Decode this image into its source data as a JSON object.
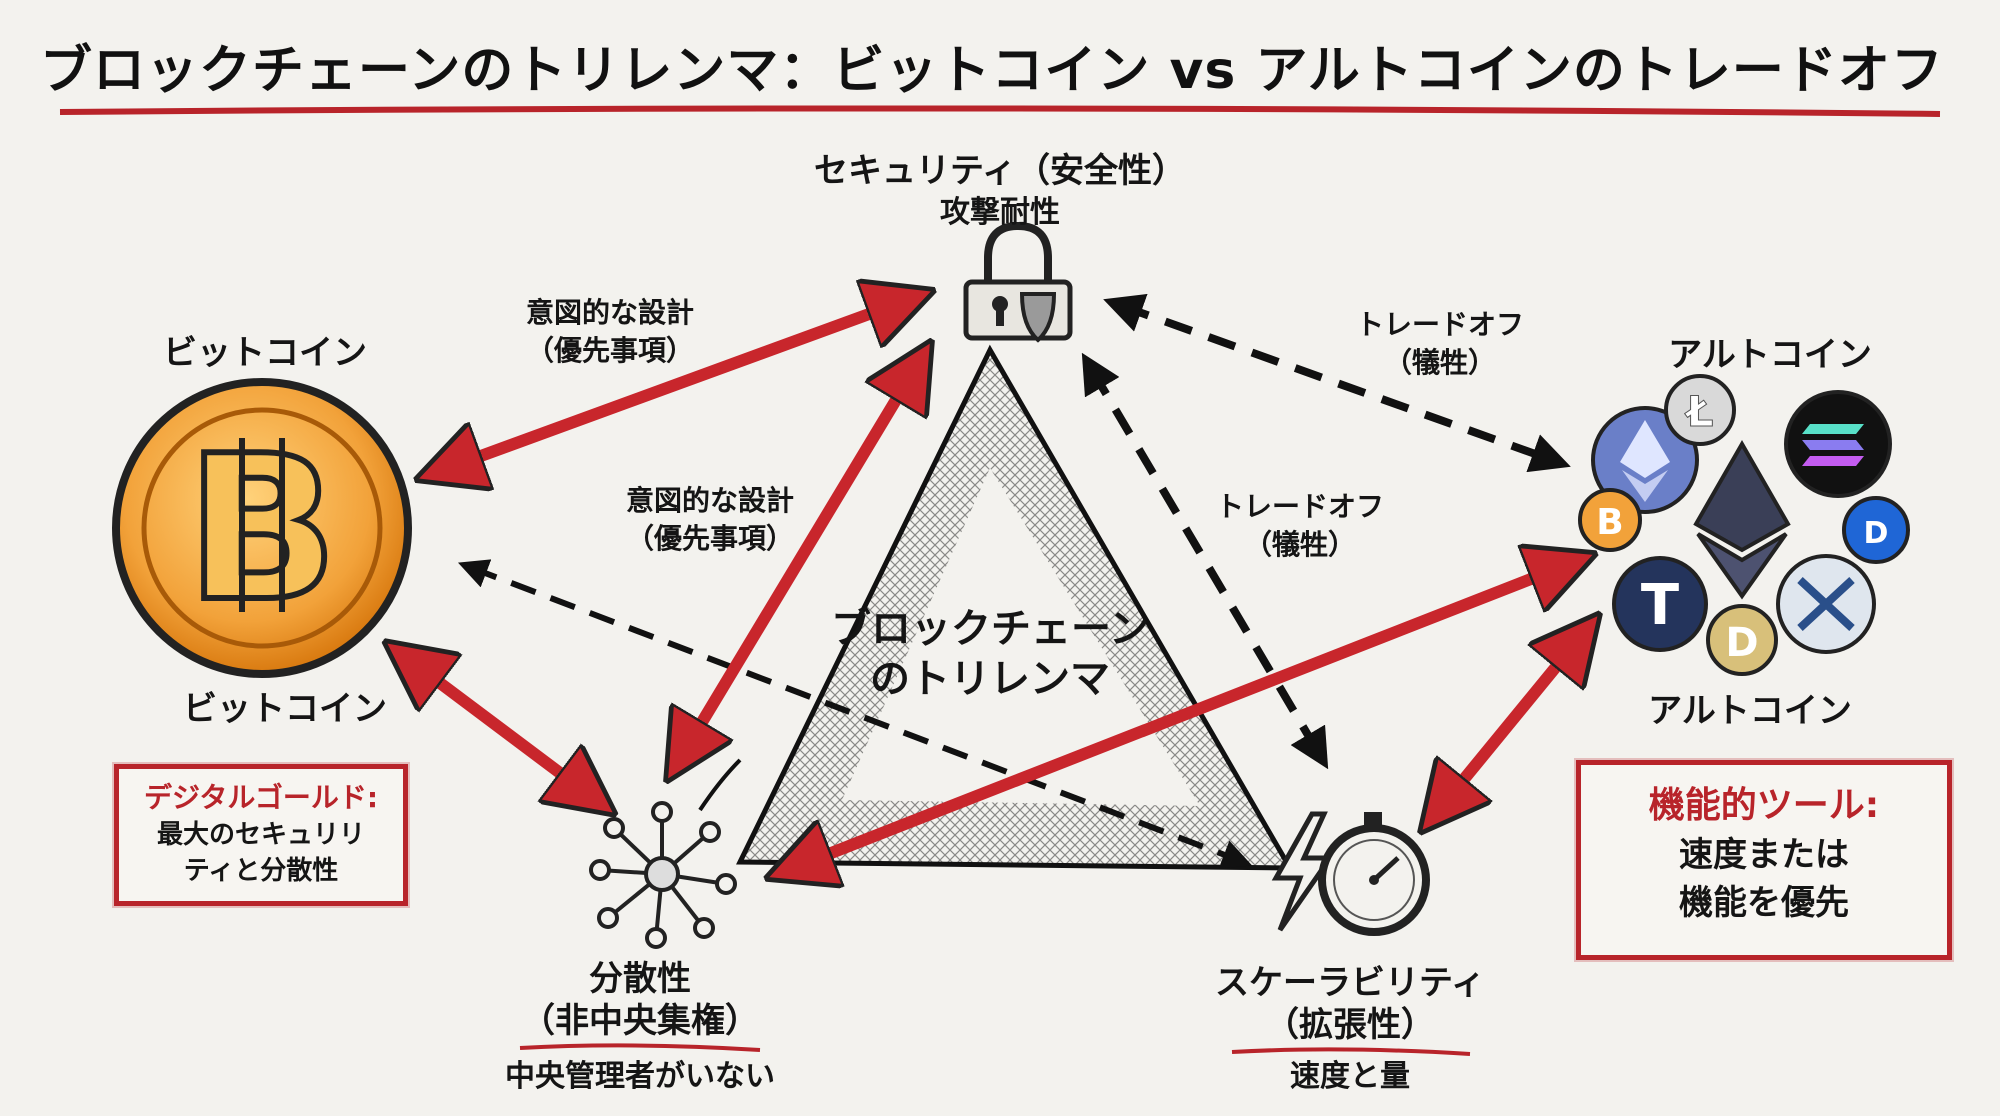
{
  "title": "ブロックチェーンのトリレンマ：ビットコイン vs アルトコインのトレードオフ",
  "colors": {
    "accent_red": "#c8262c",
    "arrow_dark": "#111111",
    "btc_orange": "#f2a23a",
    "eth_blue": "#6a7fc8",
    "background": "#f3f2ee"
  },
  "center": {
    "label_line1": "ブロックチェーン",
    "label_line2": "のトリレンマ"
  },
  "security": {
    "label_line1": "セキュリティ（安全性）",
    "label_line2": "攻撃耐性",
    "icon": "padlock-shield-icon"
  },
  "decentralization": {
    "label_line1": "分散性",
    "label_line2": "（非中央集権）",
    "sub": "中央管理者がいない",
    "icon": "network-hub-icon"
  },
  "scalability": {
    "label_line1": "スケーラビリティ",
    "label_line2": "（拡張性）",
    "sub": "速度と量",
    "icon": "stopwatch-lightning-icon"
  },
  "bitcoin": {
    "label_top": "ビットコイン",
    "label_bottom": "ビットコイン",
    "icon": "bitcoin-coin-icon",
    "box_title": "デジタルゴールド:",
    "box_line1": "最大のセキュリリ",
    "box_line2": "ティと分散性"
  },
  "altcoin": {
    "label_top": "アルトコイン",
    "label_bottom": "アルトコイン",
    "icons": [
      "ethereum-icon",
      "litecoin-icon",
      "solana-icon",
      "bitcoin-small-icon",
      "ethereum-diamond-icon",
      "dash-icon",
      "tether-icon",
      "dogecoin-icon",
      "xrp-icon"
    ],
    "box_title": "機能的ツール:",
    "box_line1": "速度または",
    "box_line2": "機能を優先"
  },
  "arrow_labels": {
    "btc_security_line1": "意図的な設計",
    "btc_security_line2": "（優先事項）",
    "sec_dec_line1": "意図的な設計",
    "sec_dec_line2": "（優先事項）",
    "alt_security_line1": "トレードオフ",
    "alt_security_line2": "（犠牲）",
    "sec_scal_line1": "トレードオフ",
    "sec_scal_line2": "（犠牲）"
  }
}
